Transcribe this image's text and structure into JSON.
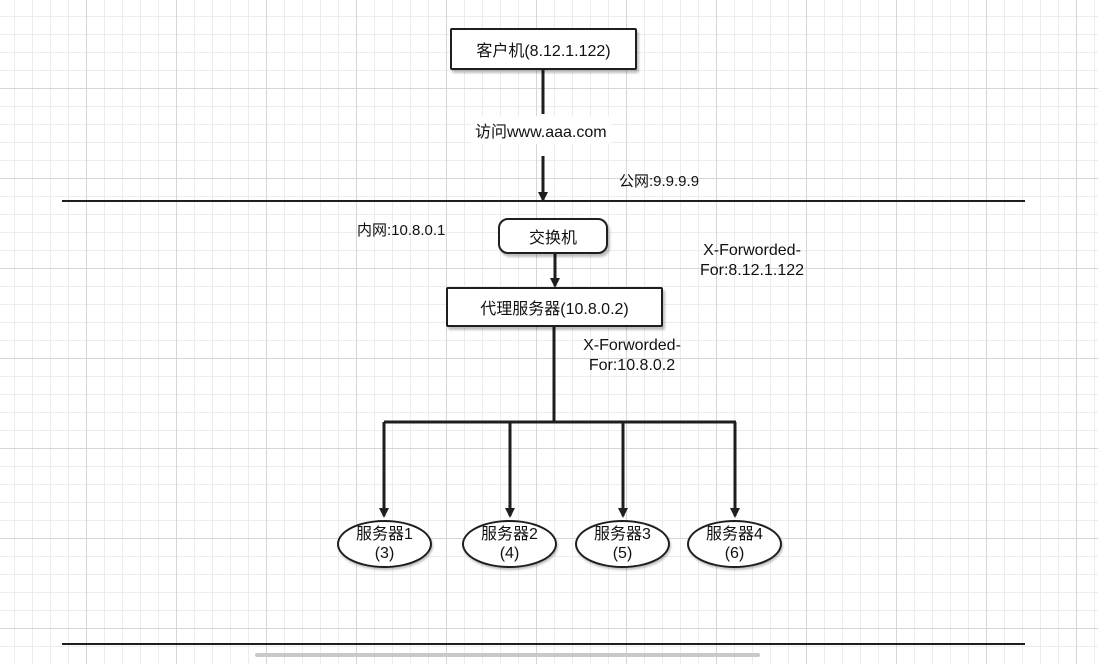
{
  "client": {
    "label": "客户机(8.12.1.122)"
  },
  "access_label": "访问www.aaa.com",
  "public_ip_label": "公网:9.9.9.9",
  "internal_ip_label": "内网:10.8.0.1",
  "switch": {
    "label": "交换机"
  },
  "xff_client": {
    "line1": "X-Forworded-",
    "line2": "For:8.12.1.122"
  },
  "proxy": {
    "label": "代理服务器(10.8.0.2)"
  },
  "xff_proxy": {
    "line1": "X-Forworded-",
    "line2": "For:10.8.0.2"
  },
  "servers": [
    {
      "name": "服务器1",
      "num": "(3)"
    },
    {
      "name": "服务器2",
      "num": "(4)"
    },
    {
      "name": "服务器3",
      "num": "(5)"
    },
    {
      "name": "服务器4",
      "num": "(6)"
    }
  ],
  "colors": {
    "stroke": "#1e1e1e",
    "grid": "#d6d6d6",
    "background": "#ffffff"
  }
}
